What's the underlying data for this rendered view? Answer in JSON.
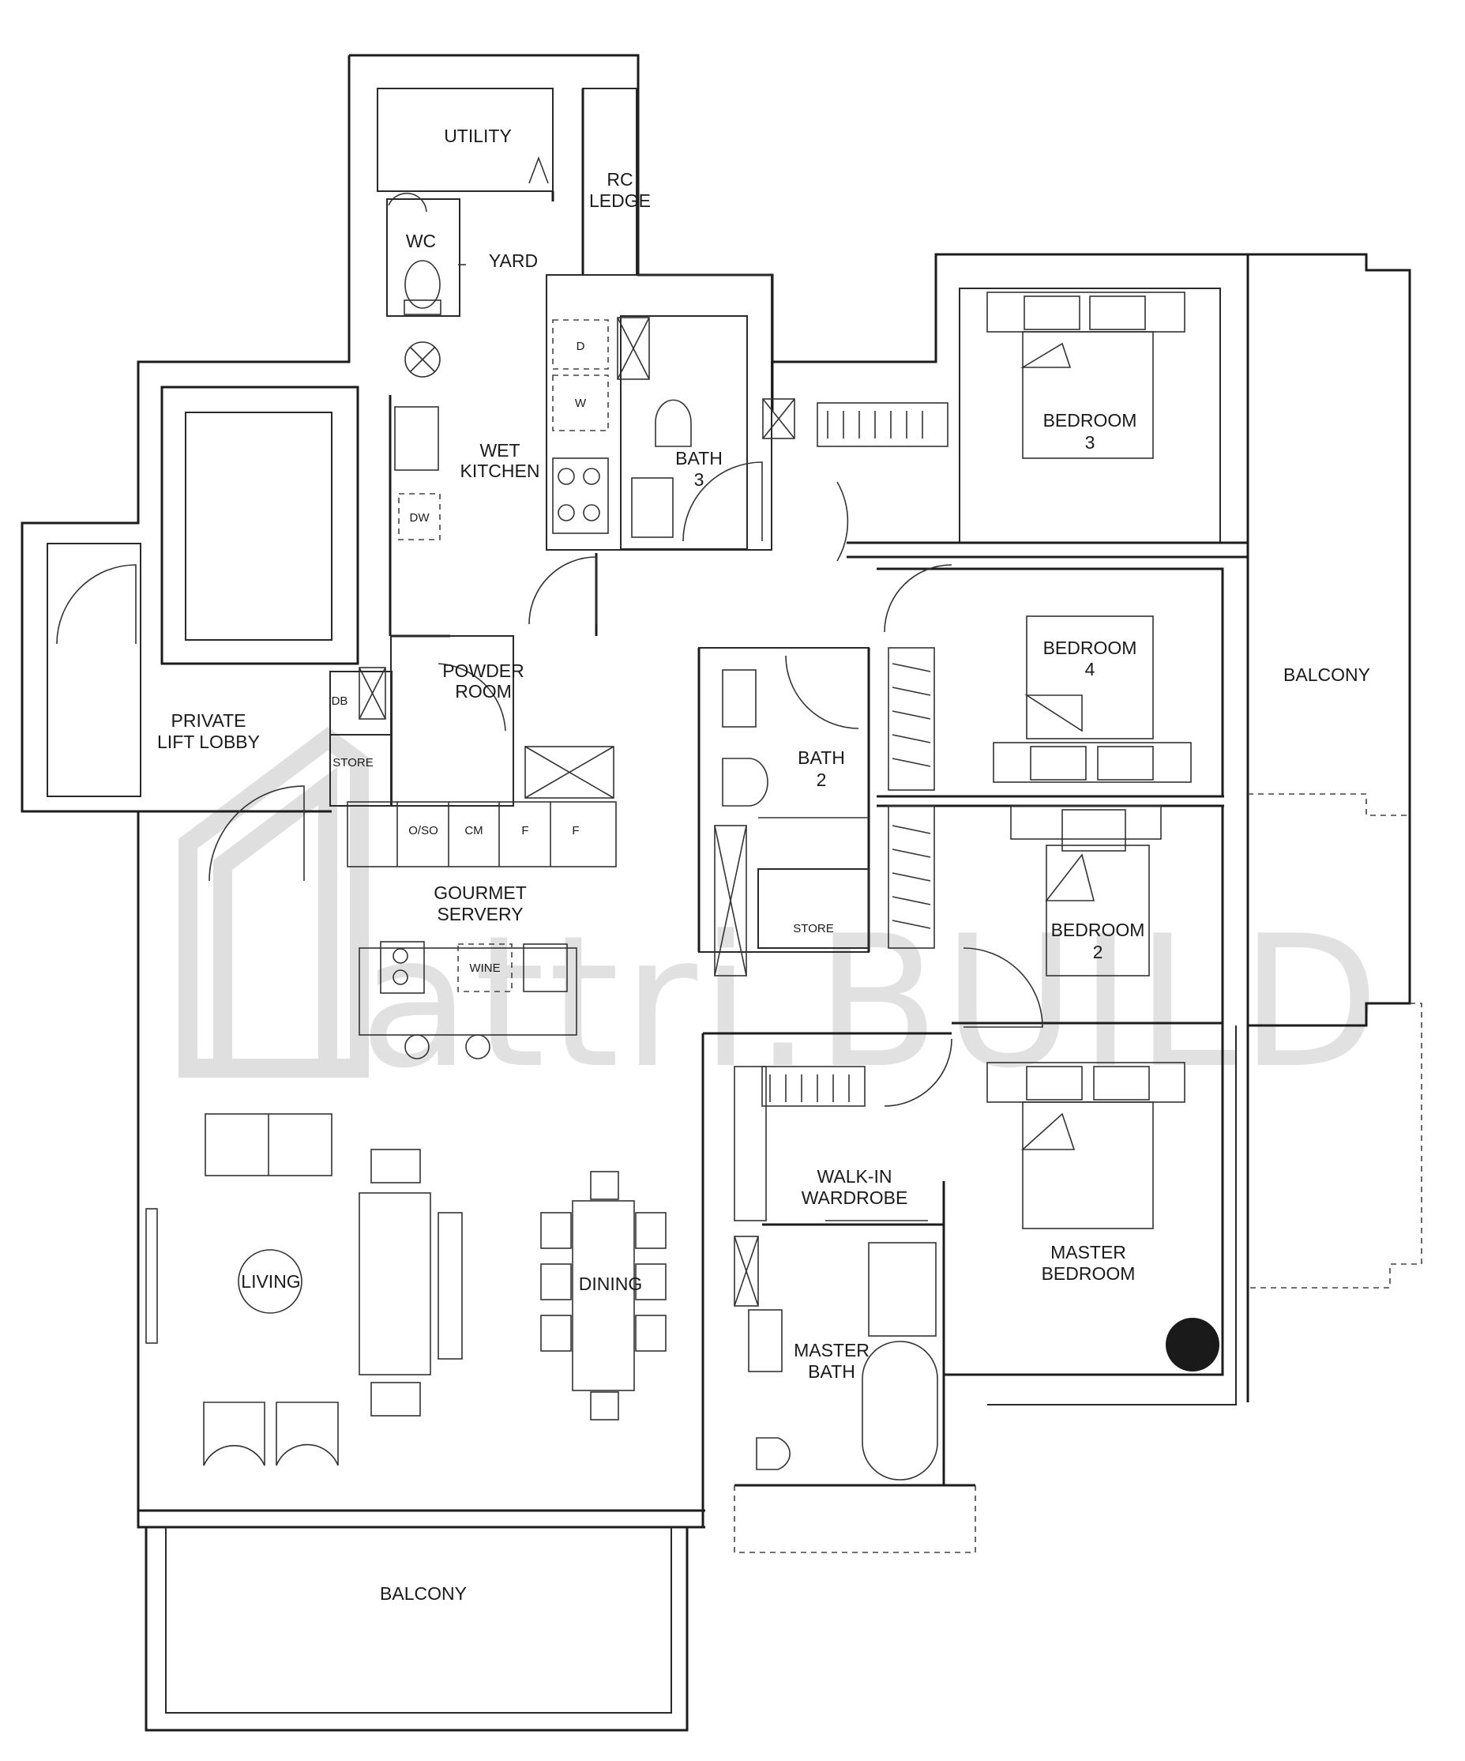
{
  "rooms": {
    "utility": "UTILITY",
    "rc_ledge": [
      "RC",
      "LEDGE"
    ],
    "wc": "WC",
    "yard": "YARD",
    "wet_kitchen": [
      "WET",
      "KITCHEN"
    ],
    "bath3": [
      "BATH",
      "3"
    ],
    "bedroom3": [
      "BEDROOM",
      "3"
    ],
    "powder_room": [
      "POWDER",
      "ROOM"
    ],
    "db": "DB",
    "store_lobby": "STORE",
    "private_lift_lobby": [
      "PRIVATE",
      "LIFT LOBBY"
    ],
    "bedroom4": [
      "BEDROOM",
      "4"
    ],
    "bath2": [
      "BATH",
      "2"
    ],
    "store_bath2": "STORE",
    "bedroom2": [
      "BEDROOM",
      "2"
    ],
    "gourmet_servery": [
      "GOURMET",
      "SERVERY"
    ],
    "walk_in_wardrobe": [
      "WALK-IN",
      "WARDROBE"
    ],
    "master_bedroom": [
      "MASTER",
      "BEDROOM"
    ],
    "master_bath": [
      "MASTER",
      "BATH"
    ],
    "living": "LIVING",
    "dining": "DINING",
    "balcony_bottom": "BALCONY",
    "balcony_right": "BALCONY"
  },
  "appliances": {
    "dryer": "D",
    "washer": "W",
    "dishwasher": "DW",
    "oven_steam_oven": "O/SO",
    "coffee_machine": "CM",
    "fridge_1": "F",
    "fridge_2": "F",
    "wine": "WINE"
  },
  "watermark": "attri.BUILD",
  "colors": {
    "walls": "#1c1c1c",
    "watermark": "#c9c9c9",
    "background": "#ffffff"
  }
}
